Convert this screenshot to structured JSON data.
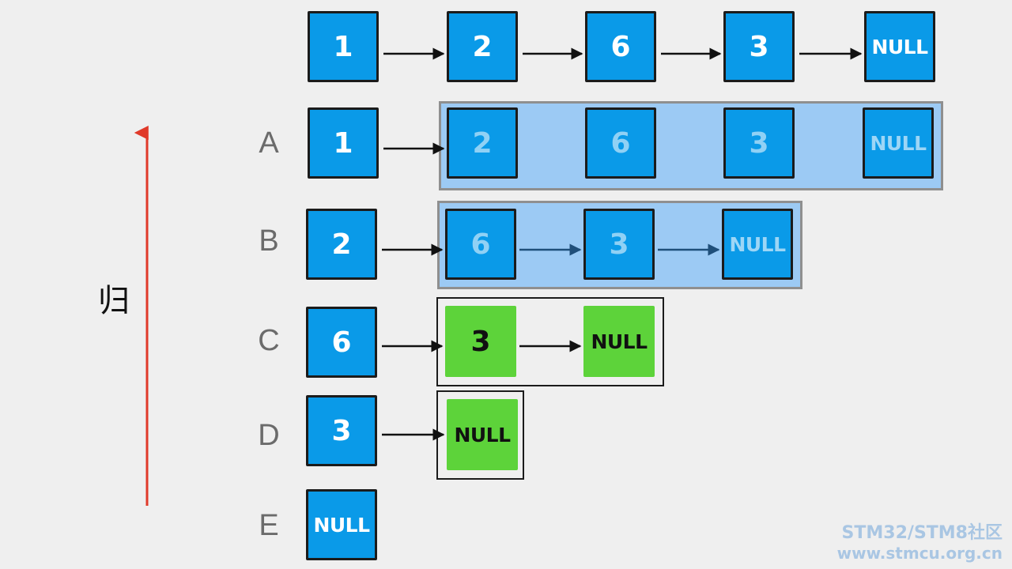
{
  "top_list": {
    "nodes": [
      "1",
      "2",
      "6",
      "3",
      "NULL"
    ]
  },
  "rows": [
    {
      "label": "A",
      "head": "1",
      "rest": [
        "2",
        "6",
        "3",
        "NULL"
      ]
    },
    {
      "label": "B",
      "head": "2",
      "rest": [
        "6",
        "3",
        "NULL"
      ]
    },
    {
      "label": "C",
      "head": "6",
      "rest": [
        "3",
        "NULL"
      ]
    },
    {
      "label": "D",
      "head": "3",
      "rest": [
        "NULL"
      ]
    },
    {
      "label": "E",
      "head": "NULL",
      "rest": []
    }
  ],
  "side_label": "归",
  "watermark": {
    "line1": "STM32/STM8社区",
    "line2": "www.stmcu.org.cn"
  },
  "colors": {
    "node_blue": "#0a9ae8",
    "node_green": "#5dd33a",
    "group_overlay": "#80bef5",
    "arrow_red": "#e03a2a",
    "background": "#efefef"
  }
}
